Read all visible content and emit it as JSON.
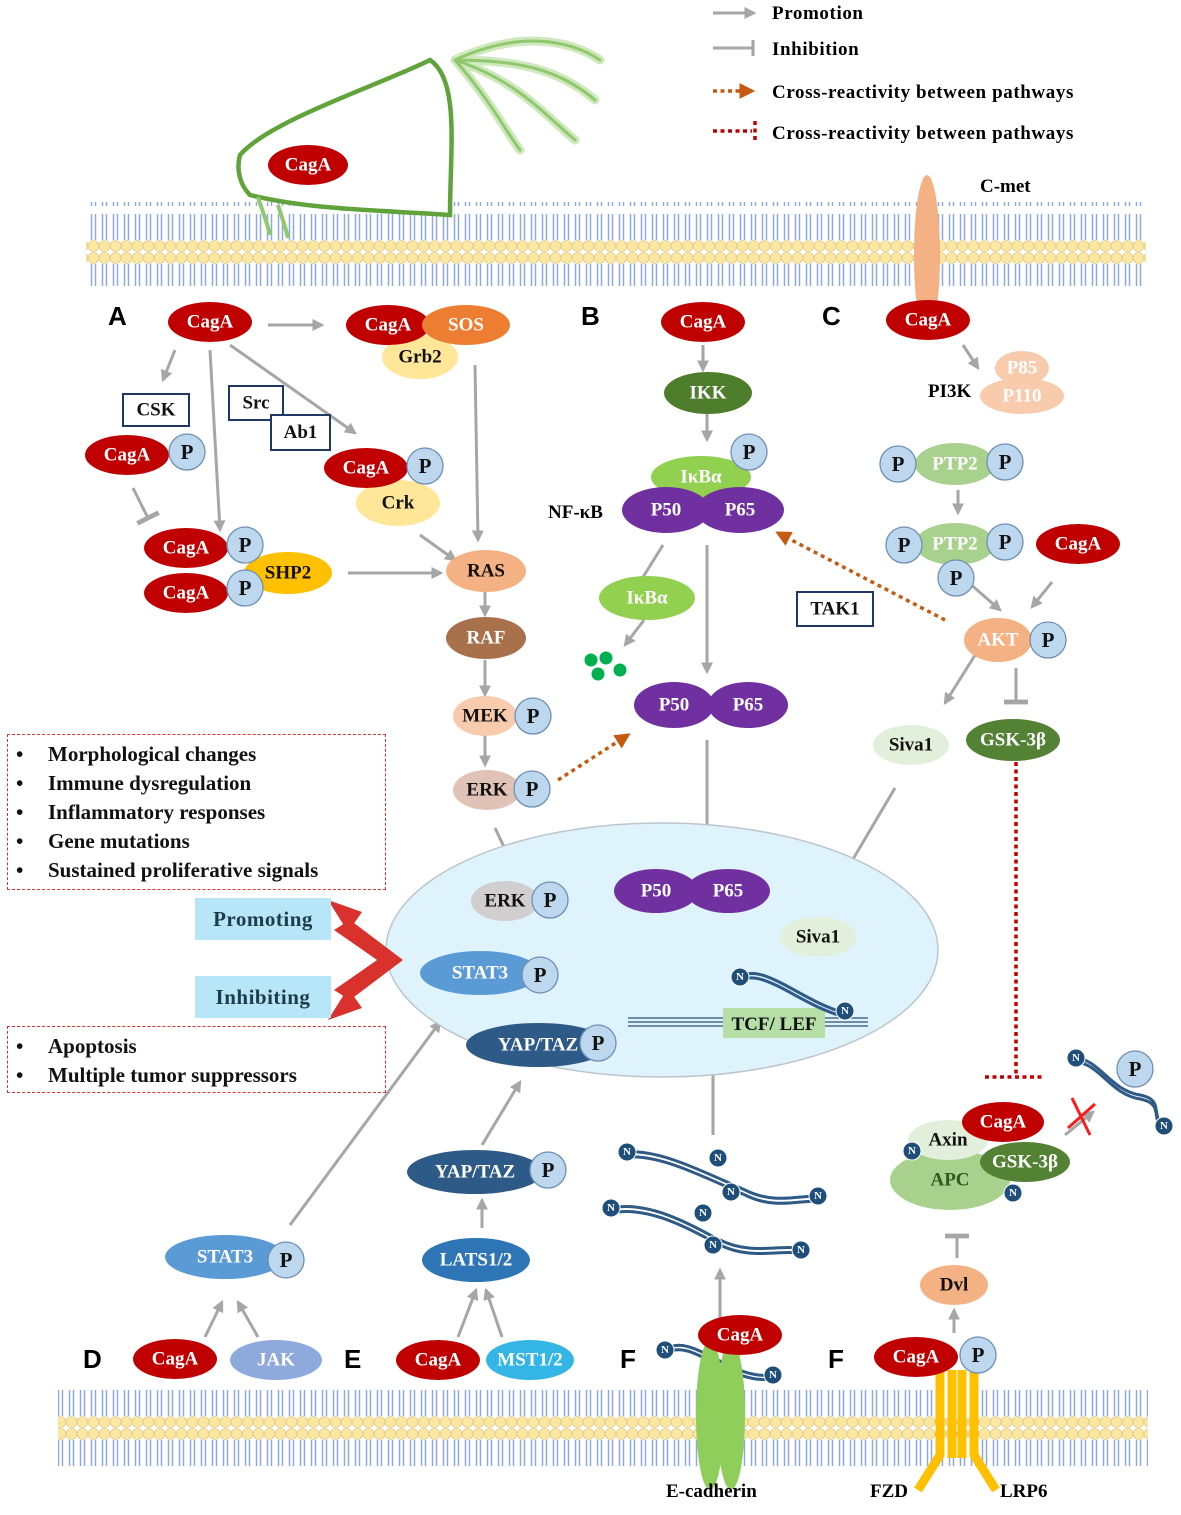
{
  "legend": {
    "promotion": "Promotion",
    "inhibition": "Inhibition",
    "cross_orange": "Cross-reactivity between pathways",
    "cross_red": "Cross-reactivity between pathways"
  },
  "panels": {
    "A": "A",
    "B": "B",
    "C": "C",
    "D": "D",
    "E": "E",
    "F1": "F",
    "F2": "F"
  },
  "labels": {
    "cagA": "CagA",
    "p": "P",
    "n": "N",
    "sos": "SOS",
    "grb2": "Grb2",
    "csk": "CSK",
    "src": "Src",
    "ab1": "Ab1",
    "crk": "Crk",
    "shp2": "SHP2",
    "ras": "RAS",
    "raf": "RAF",
    "mek": "MEK",
    "erk": "ERK",
    "ikk": "IKK",
    "ikba": "IκBα",
    "nfkb": "NF-κB",
    "p50": "P50",
    "p65": "P65",
    "tak1": "TAK1",
    "cmet": "C-met",
    "pi3k": "PI3K",
    "p85": "P85",
    "p110": "P110",
    "ptp2": "PTP2",
    "akt": "AKT",
    "siva1": "Siva1",
    "gsk3b": "GSK-3β",
    "stat3": "STAT3",
    "yaptaz": "YAP/TAZ",
    "tcflef": "TCF/ LEF",
    "lats": "LATS1/2",
    "mst": "MST1/2",
    "jak": "JAK",
    "axin": "Axin",
    "apc": "APC",
    "dvl": "Dvl",
    "ecadherin": "E-cadherin",
    "fzd": "FZD",
    "lrp6": "LRP6"
  },
  "effects": {
    "promoting_label": "Promoting",
    "inhibiting_label": "Inhibiting",
    "promoted": [
      "Morphological changes",
      "Immune dysregulation",
      "Inflammatory responses",
      "Gene mutations",
      "Sustained proliferative signals"
    ],
    "inhibited": [
      "Apoptosis",
      "Multiple tumor suppressors"
    ]
  },
  "colors": {
    "cagA": "#c00000",
    "p_circle": "#bdd7ee",
    "promotion_arrow": "#a6a6a6",
    "cross_orange": "#c55a11",
    "cross_red": "#c00000",
    "nucleus": "#def3fc",
    "membrane_head": "#fbe7a1",
    "membrane_tail": "#8ea9db"
  }
}
